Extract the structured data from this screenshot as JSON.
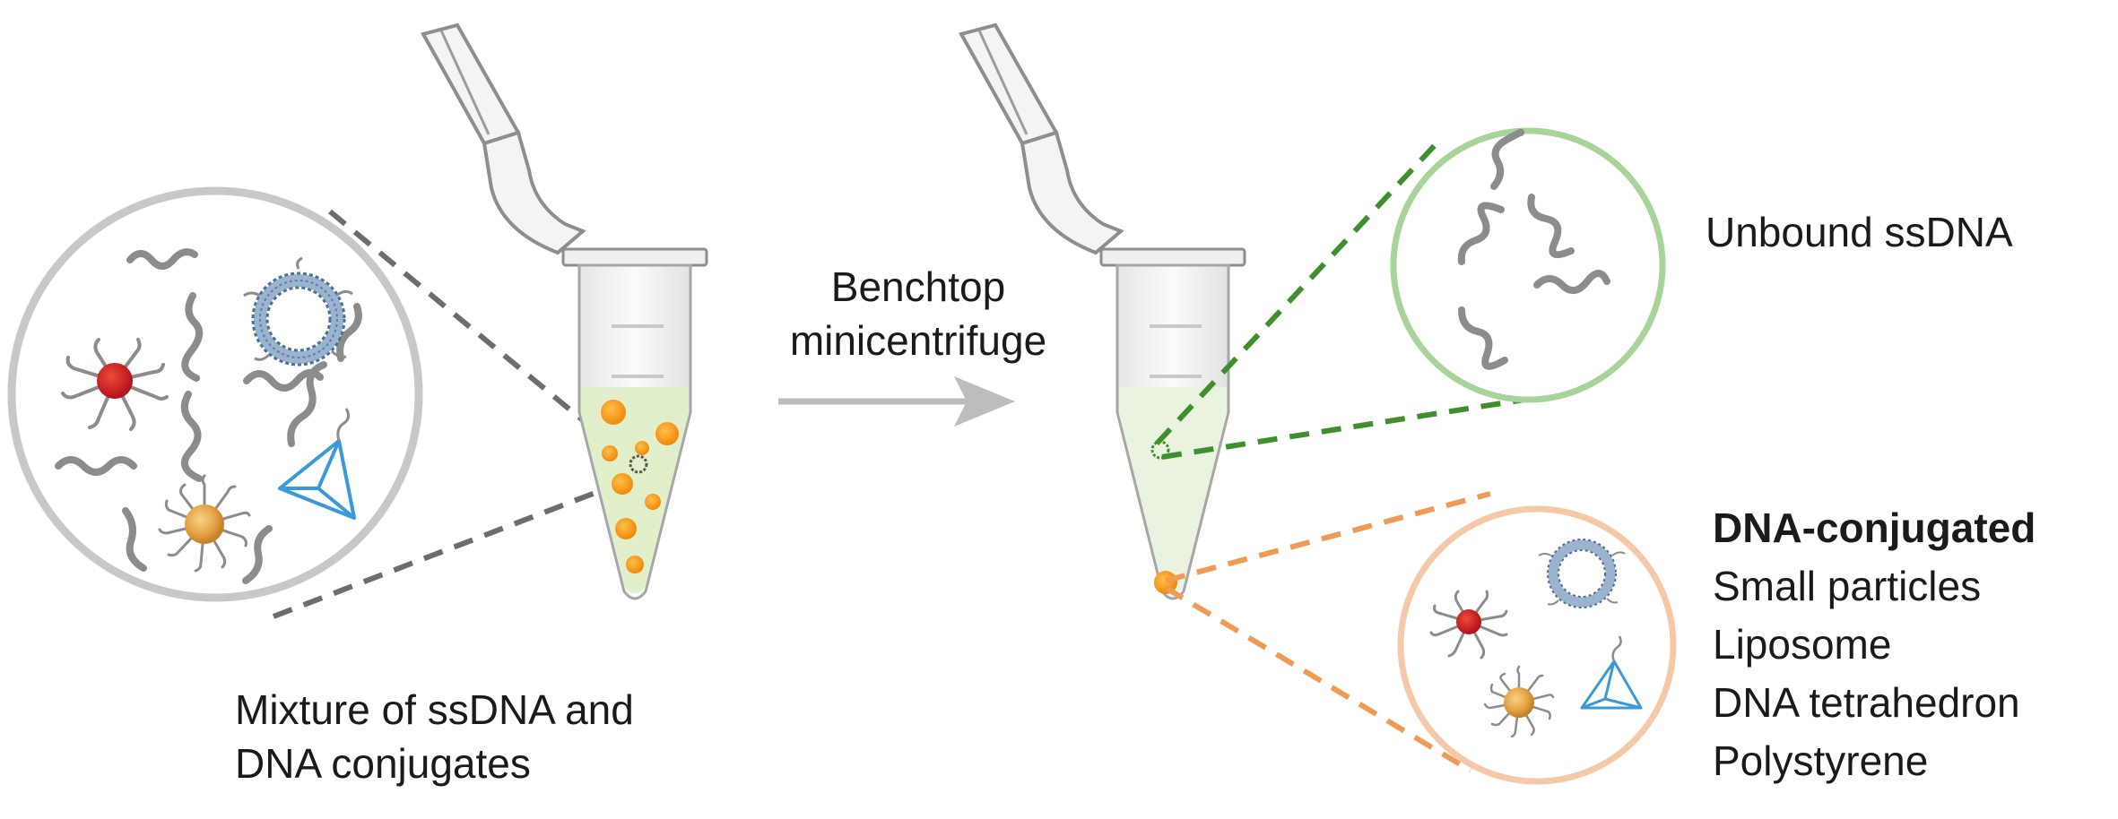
{
  "step_label": [
    "Benchtop",
    "minicentrifuge"
  ],
  "mixture_label": [
    "Mixture of ssDNA and",
    "DNA conjugates"
  ],
  "unbound_label": "Unbound ssDNA",
  "conjugated": {
    "heading": "DNA-conjugated",
    "items": [
      "Small particles",
      "Liposome",
      "DNA tetrahedron",
      "Polystyrene"
    ]
  },
  "colors": {
    "ssdna": "#8c8c8c",
    "mixture_circle": "#c8c8c8",
    "unbound_circle": "#a8d49a",
    "unbound_dash": "#3f8f2f",
    "conjugate_circle": "#f5c8a8",
    "conjugate_dash": "#ef9a55",
    "particle": "#f5a21c",
    "red_particle": "#d6252b",
    "liposome": "#5a7fa8",
    "tetrahedron": "#3a9ad9",
    "arrow": "#bdbdbd",
    "liquid": "#e4efd0"
  }
}
